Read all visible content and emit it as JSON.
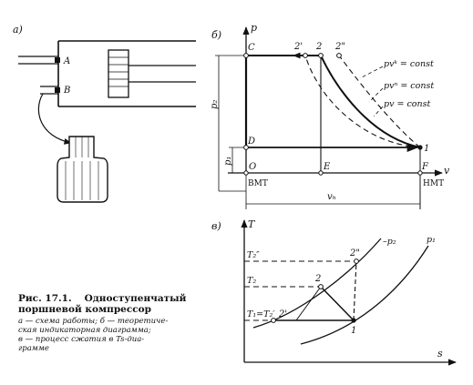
{
  "panel_labels": {
    "a": "а)",
    "b": "б)",
    "v": "в)"
  },
  "schematic": {
    "port_a": "A",
    "port_b": "B"
  },
  "pv_diagram": {
    "axis_y": "p",
    "axis_x": "v",
    "point_c": "C",
    "point_2prime": "2'",
    "point_2": "2",
    "point_2dprime": "2\"",
    "point_d": "D",
    "point_1": "1",
    "point_o": "O",
    "point_e": "E",
    "point_f": "F",
    "bmt": "ВМТ",
    "nmt": "НМТ",
    "vh_label": "vₕ",
    "p2_label": "p₂",
    "p1_label": "p₁",
    "curve_adiabat": "pvᵏ = const",
    "curve_polytrope": "pvⁿ = const",
    "curve_isotherm": "pv = const"
  },
  "ts_diagram": {
    "axis_y": "T",
    "axis_x": "s",
    "t2dd": "T₂″",
    "t2": "T₂",
    "t1": "T₁=T₂′",
    "point_2dprime": "2\"",
    "point_2": "2",
    "point_2prime": "2'",
    "point_1": "1",
    "isobar_p2": "–p₂",
    "isobar_p1": "p₁"
  },
  "caption": {
    "number": "Рис. 17.1.",
    "title_1": "Одноступенчатый",
    "title_2": "поршневой компрессор",
    "line_1": "а — схема работы; б — теоретиче-",
    "line_2": "ская индикаторная диаграмма;",
    "line_3": "в — процесс сжатия в Ts-диа-",
    "line_4": "грамме"
  }
}
